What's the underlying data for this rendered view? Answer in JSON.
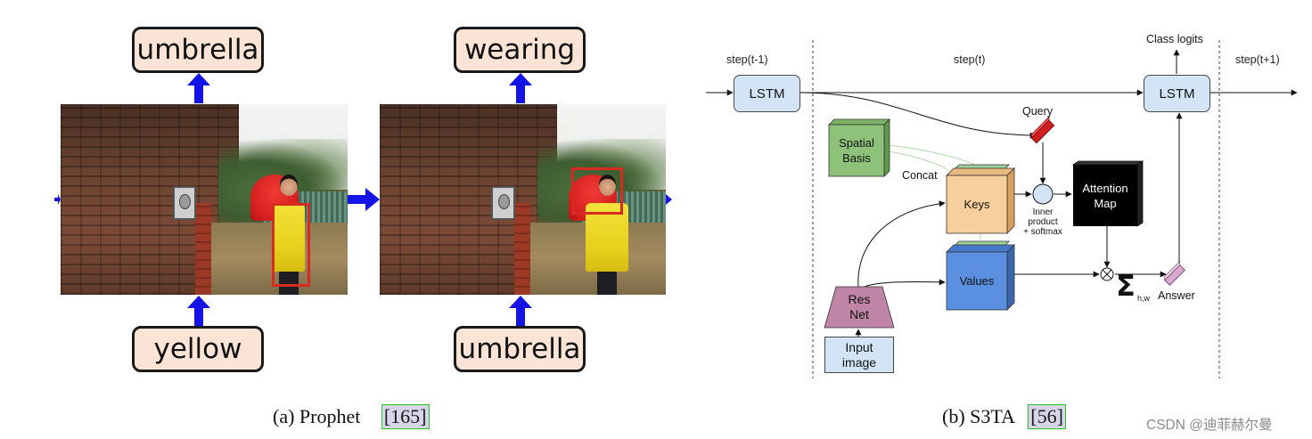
{
  "panel_a": {
    "left": {
      "top_word": "umbrella",
      "bottom_word": "yellow"
    },
    "right": {
      "top_word": "wearing",
      "bottom_word": "umbrella"
    },
    "colors": {
      "word_box": "#fbe4d5",
      "arrow": "#1414e6",
      "detection_box": "#d72a20"
    }
  },
  "panel_b": {
    "steps": {
      "prev": "step(t-1)",
      "current": "step(t)",
      "next": "step(t+1)"
    },
    "lstm_left": "LSTM",
    "lstm_right": "LSTM",
    "class_logits": "Class logits",
    "query": "Query",
    "spatial_basis": [
      "Spatial",
      "Basis"
    ],
    "concat": "Concat",
    "keys": "Keys",
    "inner_product": [
      "Inner",
      "product",
      "+ softmax"
    ],
    "attention_map": [
      "Attention",
      "Map"
    ],
    "values": "Values",
    "resnet": [
      "Res",
      "Net"
    ],
    "input_image": [
      "Input",
      "image"
    ],
    "sum_symbol": "Σ",
    "sum_subscript": "h,w",
    "answer": "Answer",
    "colors": {
      "lstm": "#d2e4f5",
      "spatial_basis": "#8ec27a",
      "keys": "#f6cf9d",
      "values": "#5b8fe0",
      "resnet": "#c084a6",
      "input_image": "#d2e4f5",
      "attention_map": "#000000",
      "query": "#d21e1e",
      "answer": "#d9a7d1"
    }
  },
  "captions": {
    "a_label": "(a) Prophet",
    "a_ref": "[165]",
    "b_label": "(b) S3TA",
    "b_ref": "[56]"
  },
  "watermark": "CSDN @迪菲赫尔曼"
}
